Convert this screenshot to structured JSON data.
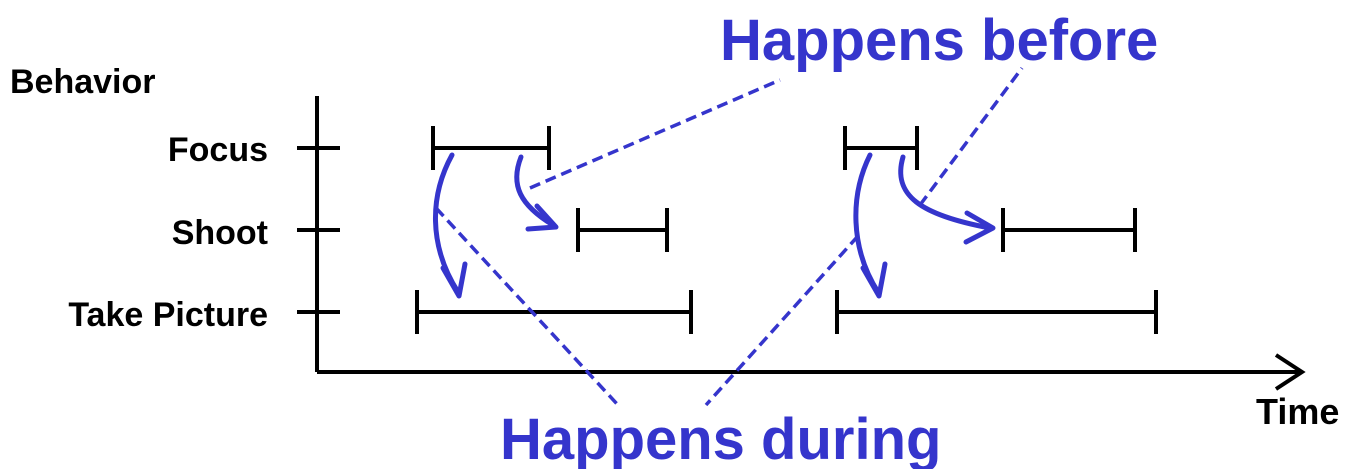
{
  "y_axis_label": "Behavior",
  "x_axis_label": "Time",
  "behaviors": [
    "Focus",
    "Shoot",
    "Take Picture"
  ],
  "annotations": {
    "before": "Happens before",
    "during": "Happens during"
  },
  "colors": {
    "axis": "#000000",
    "interval": "#000000",
    "annotation": "#3535cc"
  }
}
